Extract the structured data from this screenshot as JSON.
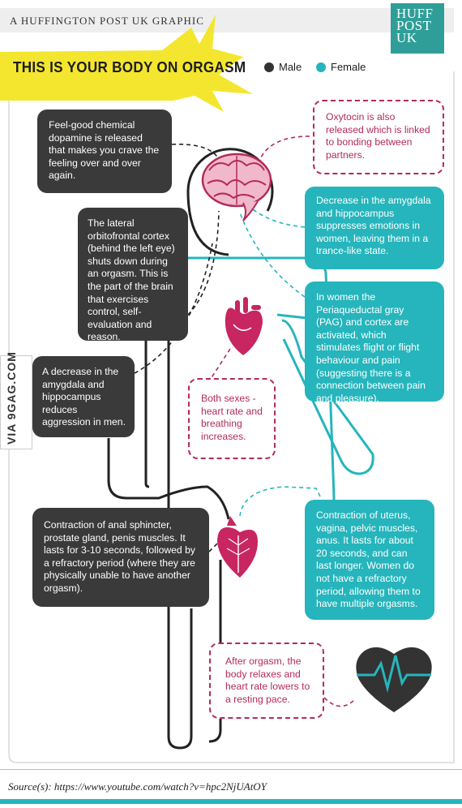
{
  "header": {
    "top_label": "A HUFFINGTON POST UK GRAPHIC",
    "logo_line1": "HUFF",
    "logo_line2": "POST",
    "logo_line3": "UK"
  },
  "title": "THIS IS YOUR BODY ON ORGASM",
  "legend": {
    "male_label": "Male",
    "female_label": "Female",
    "male_color": "#333333",
    "female_color": "#26b5bc"
  },
  "colors": {
    "male_line": "#3a3a3a",
    "female_line": "#26b5bc",
    "both_dash": "#b32a5a",
    "title_star": "#f4e62f"
  },
  "watermark": "VIA 9GAG.COM",
  "boxes": {
    "dopamine": "Feel-good chemical dopamine is released that makes you crave the feeling over and over again.",
    "oxytocin": "Oxytocin is also released which is linked to bonding between partners.",
    "amygdala_female": "Decrease in the amygdala and hippocampus suppresses emotions in women, leaving them in a trance-like state.",
    "orbitofrontal": "The lateral orbitofrontal cortex (behind the left eye) shuts down during an orgasm. This is the part of the brain that exercises control, self-evaluation and reason.",
    "pag": "In women the Periaqueductal gray (PAG) and cortex are activated, which stimulates flight or flight behaviour and pain (suggesting there is a connection between pain and pleasure).",
    "amygdala_male": "A decrease in the amygdala and hippocampus reduces aggression in men.",
    "heart_rate": "Both sexes - heart rate and breathing increases.",
    "male_contraction": "Contraction of anal sphincter, prostate gland, penis muscles. It lasts for 3-10 seconds, followed by a refractory period (where they are physically unable to have another orgasm).",
    "female_contraction": "Contraction of uterus, vagina, pelvic muscles, anus. It lasts for about 20 seconds, and can last longer. Women do not have a refractory period, allowing them to have multiple orgasms.",
    "after": "After orgasm, the body relaxes and heart rate lowers to a resting pace."
  },
  "icons": {
    "brain": "brain-icon",
    "heart": "anatomical-heart-icon",
    "genitals": "leaf-heart-icon",
    "heartbeat": "heartbeat-icon"
  },
  "source": "Source(s): https://www.youtube.com/watch?v=hpc2NjUAtOY"
}
